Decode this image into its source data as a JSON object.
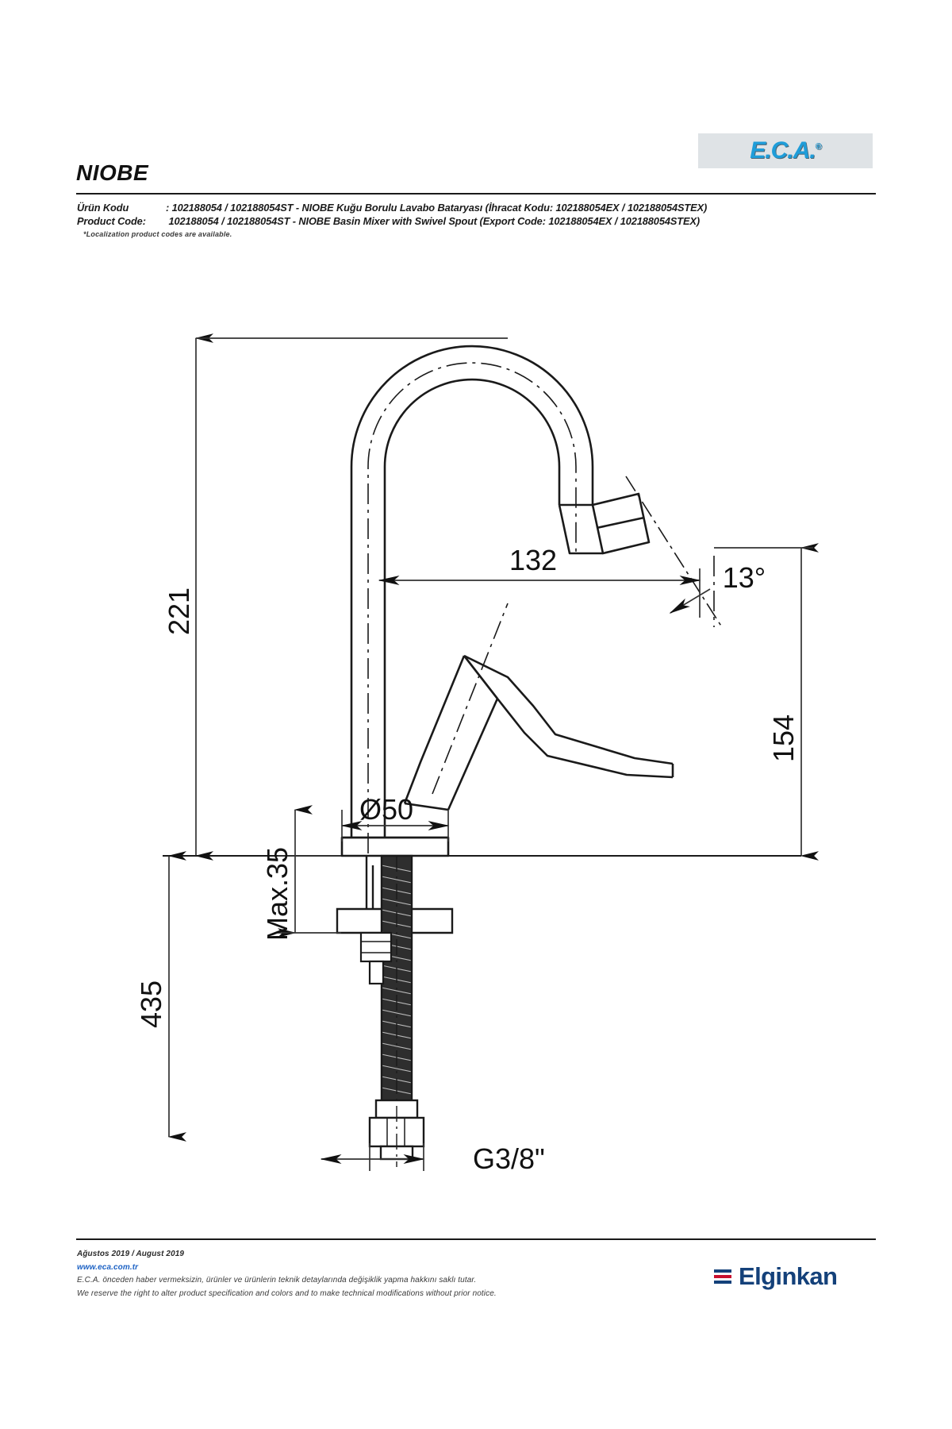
{
  "header": {
    "brand_logo_text": "E.C.A",
    "brand_logo_suffix": ".",
    "brand_logo_reg": "®",
    "page_title": "NIOBE",
    "product_code_tr_label": "Ürün Kodu",
    "product_code_tr_value": ": 102188054 / 102188054ST - NIOBE Kuğu Borulu Lavabo Bataryası (İhracat Kodu: 102188054EX / 102188054STEX)",
    "product_code_en_label": "Product Code:",
    "product_code_en_value": " 102188054 / 102188054ST - NIOBE Basin Mixer with Swivel Spout (Export Code: 102188054EX / 102188054STEX)",
    "localization_note": "*Localization product codes are available."
  },
  "drawing": {
    "title": "NIOBE Basin Mixer with Swivel Spout technical dimension drawing",
    "dimensions": {
      "total_height": "221",
      "spout_reach": "132",
      "spout_angle": "13°",
      "spout_height": "154",
      "base_diameter": "Ø50",
      "max_thickness": "Max.35",
      "hose_length": "435",
      "thread_size": "G3/8\""
    }
  },
  "footer": {
    "date_line": "Ağustos 2019 / August 2019",
    "website": "www.eca.com.tr",
    "disclaimer_tr": "E.C.A. önceden haber vermeksizin, ürünler ve ürünlerin teknik detaylarında değişiklik yapma hakkını saklı tutar.",
    "disclaimer_en": "We reserve the right to alter product specification and colors and to make technical modifications without prior notice.",
    "company_logo_text": "Elginkan"
  }
}
